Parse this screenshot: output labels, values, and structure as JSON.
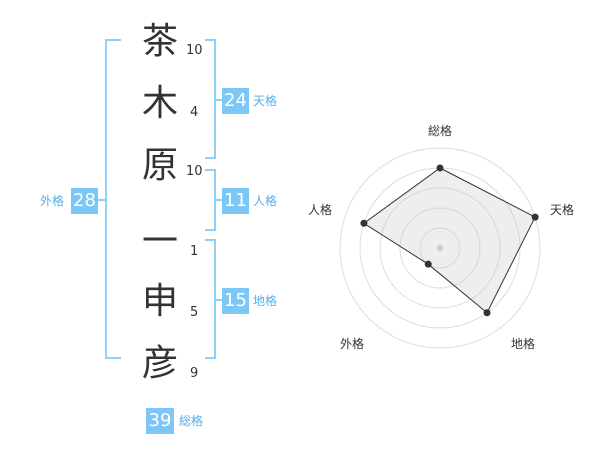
{
  "name": {
    "surname": [
      {
        "char": "茶",
        "strokes": "10"
      },
      {
        "char": "木",
        "strokes": "4"
      },
      {
        "char": "原",
        "strokes": "10"
      }
    ],
    "given": [
      {
        "char": "一",
        "strokes": "1"
      },
      {
        "char": "申",
        "strokes": "5"
      },
      {
        "char": "彦",
        "strokes": "9"
      }
    ]
  },
  "kaku": {
    "ten": {
      "label": "天格",
      "value": "24"
    },
    "jin": {
      "label": "人格",
      "value": "11"
    },
    "chi": {
      "label": "地格",
      "value": "15"
    },
    "gai": {
      "label": "外格",
      "value": "28"
    },
    "so": {
      "label": "総格",
      "value": "39"
    }
  },
  "colors": {
    "accent": "#7cc7f5",
    "accent_text": "#56aee8",
    "bracket": "#8fd0f6"
  },
  "chart_data": {
    "type": "radar",
    "axes": [
      "総格",
      "天格",
      "地格",
      "外格",
      "人格"
    ],
    "values": [
      4,
      5,
      4,
      1,
      4
    ],
    "rmax": 5,
    "grid_rings": 5
  }
}
